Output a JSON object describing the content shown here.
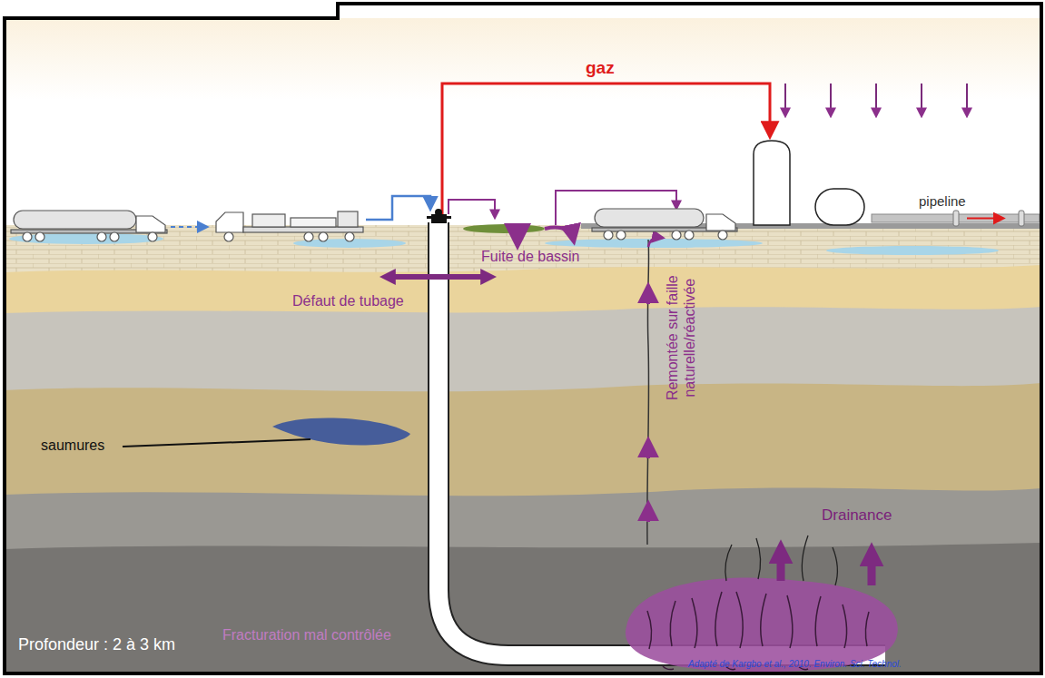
{
  "diagram": {
    "labels": [
      "gaz",
      "pipeline",
      "Fuite de bassin",
      "Défaut de tubage",
      "Remontée sur faille naturelle/réactivée",
      "saumures",
      "Drainance",
      "Fracturation mal contrôlée",
      "Profondeur : 2 à 3 km",
      "Adapté de Kargbo et al., 2010. Environ. Sci. Technol."
    ]
  }
}
